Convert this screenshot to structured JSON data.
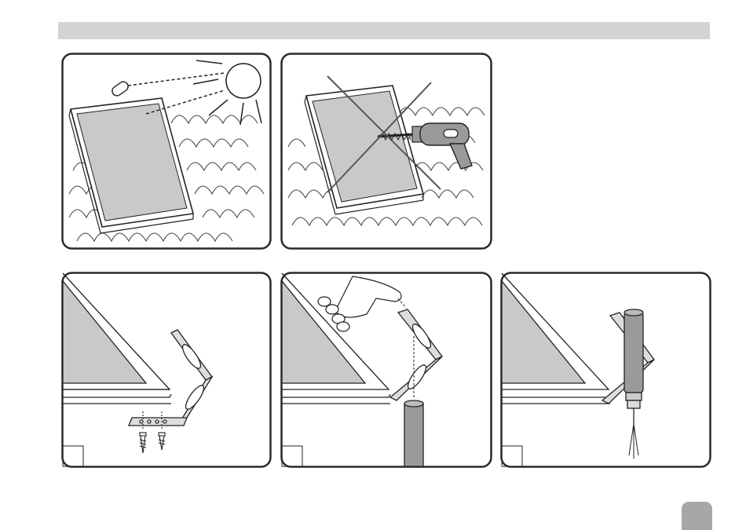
{
  "colors": {
    "header_bar": "#d4d4d4",
    "panel_border": "#2a2a2a",
    "panel_fill": "#c9c9c9",
    "drill_body": "#9a9a9a",
    "page_tab": "#a7a7a7"
  },
  "icons": [
    "sun-icon",
    "light-sensor-icon",
    "drill-icon",
    "cross-out-icon",
    "screw-icon",
    "hand-icon",
    "sensor-probe-icon",
    "mounting-bracket-icon"
  ],
  "panels": [
    {
      "id": "p1",
      "content": "collector-under-sun"
    },
    {
      "id": "p2",
      "content": "do-not-drill-collector"
    },
    {
      "id": "p3",
      "content": "screw-bracket-to-frame"
    },
    {
      "id": "p4",
      "content": "insert-sensor-into-bracket"
    },
    {
      "id": "p5",
      "content": "sensor-mounted"
    }
  ]
}
